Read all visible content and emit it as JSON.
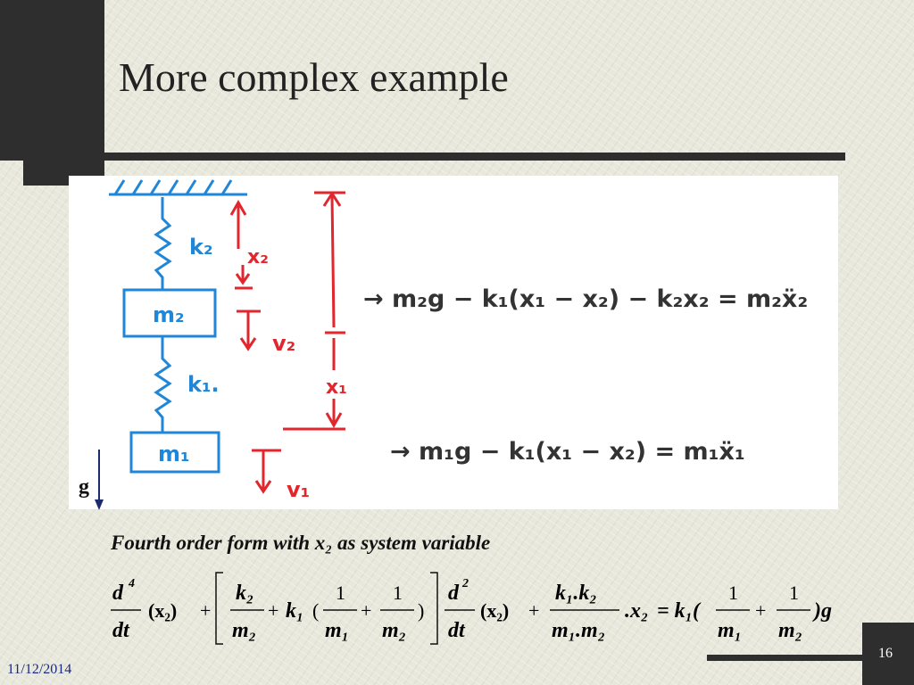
{
  "slide": {
    "title": "More complex example",
    "date": "11/12/2014",
    "page": "16"
  },
  "figure": {
    "gravity_label": "g",
    "spring_top_label": "k₂",
    "spring_bottom_label": "k₁.",
    "mass_top_label": "m₂",
    "mass_bottom_label": "m₁",
    "x2_label": "x₂",
    "x1_label": "x₁",
    "v2_label": "v₂",
    "v1_label": "v₁",
    "equation_top": "→  m₂g − k₁(x₁ − x₂) − k₂x₂ = m₂ẍ₂",
    "equation_bottom": "→  m₁g − k₁(x₁ − x₂) = m₁ẍ₁"
  },
  "math": {
    "caption": "Fourth order form with x₂ as system variable",
    "d": "d",
    "dt": "dt",
    "pow4": "4",
    "pow2": "2",
    "x2": "(x₂)",
    "plus": "+",
    "k2": "k₂",
    "m2": "m₂",
    "m1": "m₁",
    "k1": "k₁",
    "open": "(",
    "close": ")",
    "one": "1",
    "k1k2": "k₁.k₂",
    "m1m2": "m₁.m₂",
    "dotx2": ".x₂",
    "eq": "= k₁(",
    "g": ")g"
  },
  "colors": {
    "blue_ink": "#1f86d8",
    "red_ink": "#e2262d",
    "black_ink": "#333333"
  }
}
